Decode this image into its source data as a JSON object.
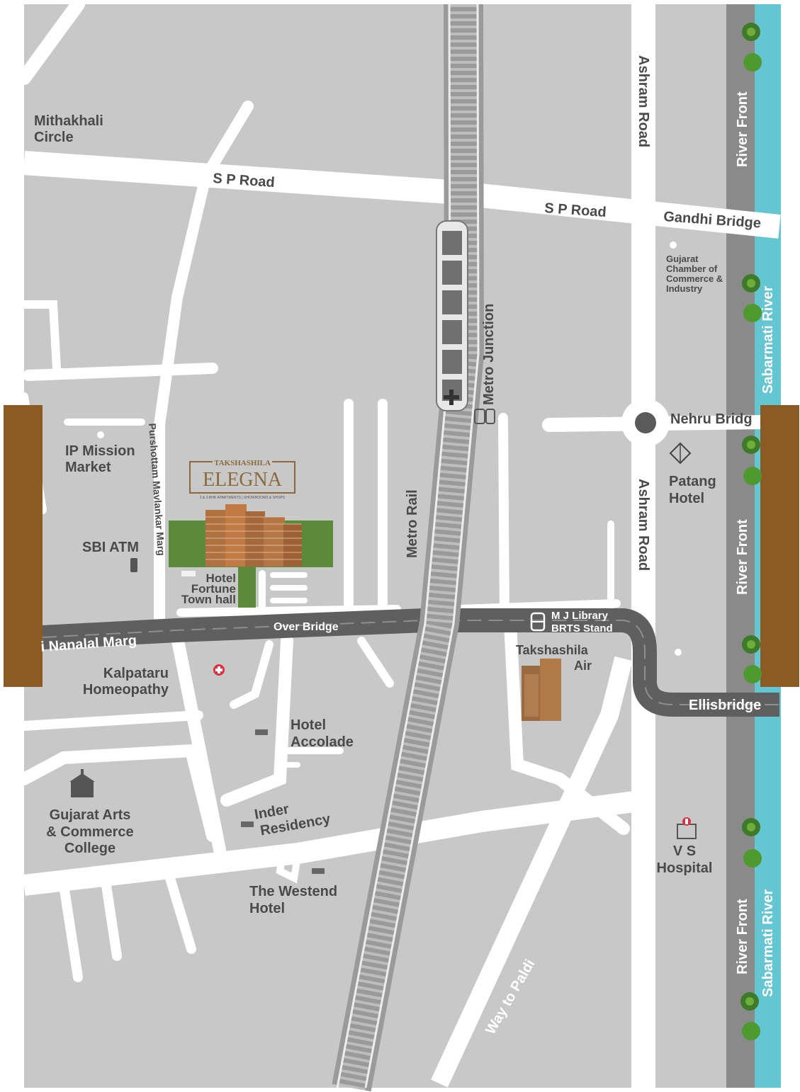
{
  "colors": {
    "land": "#c8c8c8",
    "road": "#ffffff",
    "river": "#63c6d2",
    "riverfront": "#8a8a8a",
    "bridge": "#636363",
    "rail": "#9e9e9e",
    "brown_band": "#8b5a25",
    "highlight": "#e03040",
    "project_gold": "#8a6a3a",
    "grass": "#5a8a3a"
  },
  "roads": {
    "sp_road_1": "S P Road",
    "sp_road_2": "S P Road",
    "gandhi_bridge": "Gandhi Bridge",
    "ashram_road_1": "Ashram Road",
    "ashram_road_2": "Ashram Road",
    "nehru_bridge": "Nehru Bridg",
    "nanalal_marg": "i Nanalal Marg",
    "over_bridge": "Over Bridge",
    "ellisbridge": "Ellisbridge",
    "metro_rail": "Metro Rail",
    "purshottam_marg": "Purshottam Mavlankar Marg",
    "way_to_paldi": "Way to Paldi"
  },
  "river": {
    "river_front_1": "River Front",
    "river_front_2": "River Front",
    "river_front_3": "River Front",
    "sabarmati_1": "Sabarmati River",
    "sabarmati_2": "Sabarmati River"
  },
  "places": {
    "mithakhali": [
      "Mithakhali",
      "Circle"
    ],
    "gujarat_chamber": [
      "Gujarat",
      "Chamber of",
      "Commerce &",
      "Industry"
    ],
    "metro_junction": "Metro Junction",
    "patang_hotel": [
      "Patang",
      "Hotel"
    ],
    "ip_mission": [
      "IP Mission",
      "Market"
    ],
    "sbi_atm": "SBI ATM",
    "hotel_fortune": [
      "Hotel",
      "Fortune",
      "Town hall"
    ],
    "mj_library": [
      "M J Library",
      "BRTS Stand"
    ],
    "takshashila_air": [
      "Takshashila",
      "Air"
    ],
    "kalpataru": [
      "Kalpataru",
      "Homeopathy"
    ],
    "hotel_accolade": [
      "Hotel",
      "Accolade"
    ],
    "gujarat_arts": [
      "Gujarat Arts",
      "& Commerce",
      "College"
    ],
    "inder_residency": [
      "Inder",
      "Residency"
    ],
    "westend": [
      "The Westend",
      "Hotel"
    ],
    "vs_hospital": [
      "V S",
      "Hospital"
    ]
  },
  "project": {
    "brand_top": "TAKSHASHILA",
    "brand_name": "ELEGNA",
    "tagline": "2 & 3 BHK APARTMENTS | SHOWROOMS & SHOPS"
  },
  "icons": {
    "train": "metro-train-icon",
    "metro_station": "metro-station-icon",
    "roundabout": "roundabout-icon",
    "kite": "kite-icon",
    "atm": "atm-icon",
    "bed": "hotel-bed-icon",
    "bus": "bus-icon",
    "medical": "medical-cross-icon",
    "college": "college-icon",
    "hospital": "hospital-icon",
    "tree": "tree-icon"
  }
}
